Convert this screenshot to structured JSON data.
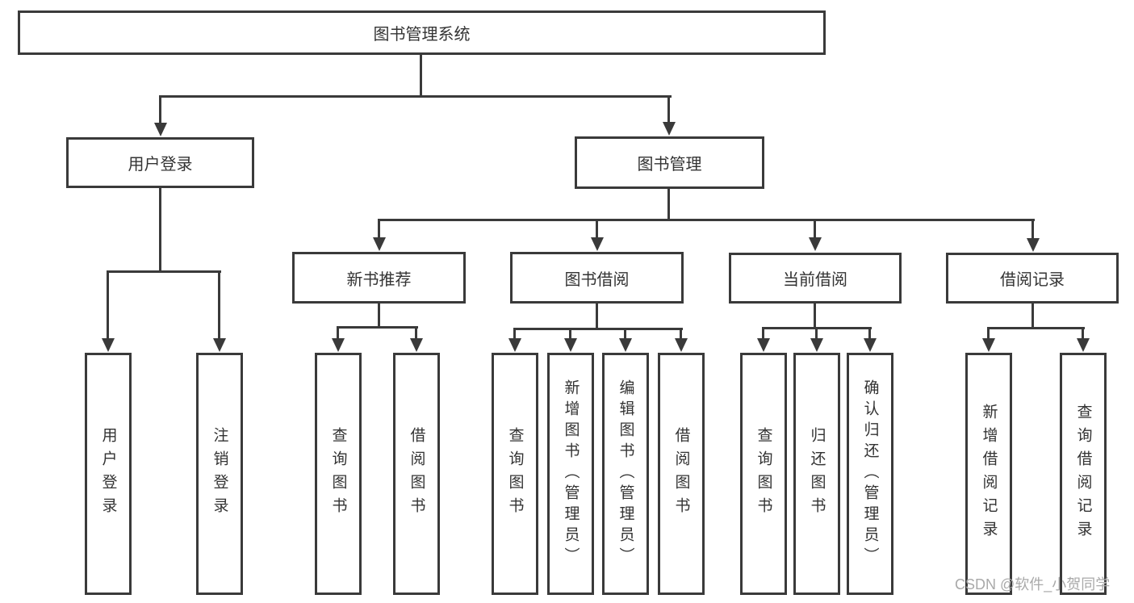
{
  "root": "图书管理系统",
  "level2": [
    {
      "label": "用户登录",
      "leaves": [
        "用户登录",
        "注销登录"
      ]
    },
    {
      "label": "图书管理",
      "children": [
        {
          "label": "新书推荐",
          "leaves": [
            "查询图书",
            "借阅图书"
          ]
        },
        {
          "label": "图书借阅",
          "leaves": [
            "查询图书",
            "新增图书（管理员）",
            "编辑图书（管理员）",
            "借阅图书"
          ]
        },
        {
          "label": "当前借阅",
          "leaves": [
            "查询图书",
            "归还图书",
            "确认归还（管理员）"
          ]
        },
        {
          "label": "借阅记录",
          "leaves": [
            "新增借阅记录",
            "查询借阅记录"
          ]
        }
      ]
    }
  ],
  "watermark": "CSDN @软件_小贺同学",
  "colors": {
    "line": "#3a3a3a",
    "text": "#333333",
    "background": "#ffffff",
    "watermark": "#a9a9a9"
  }
}
